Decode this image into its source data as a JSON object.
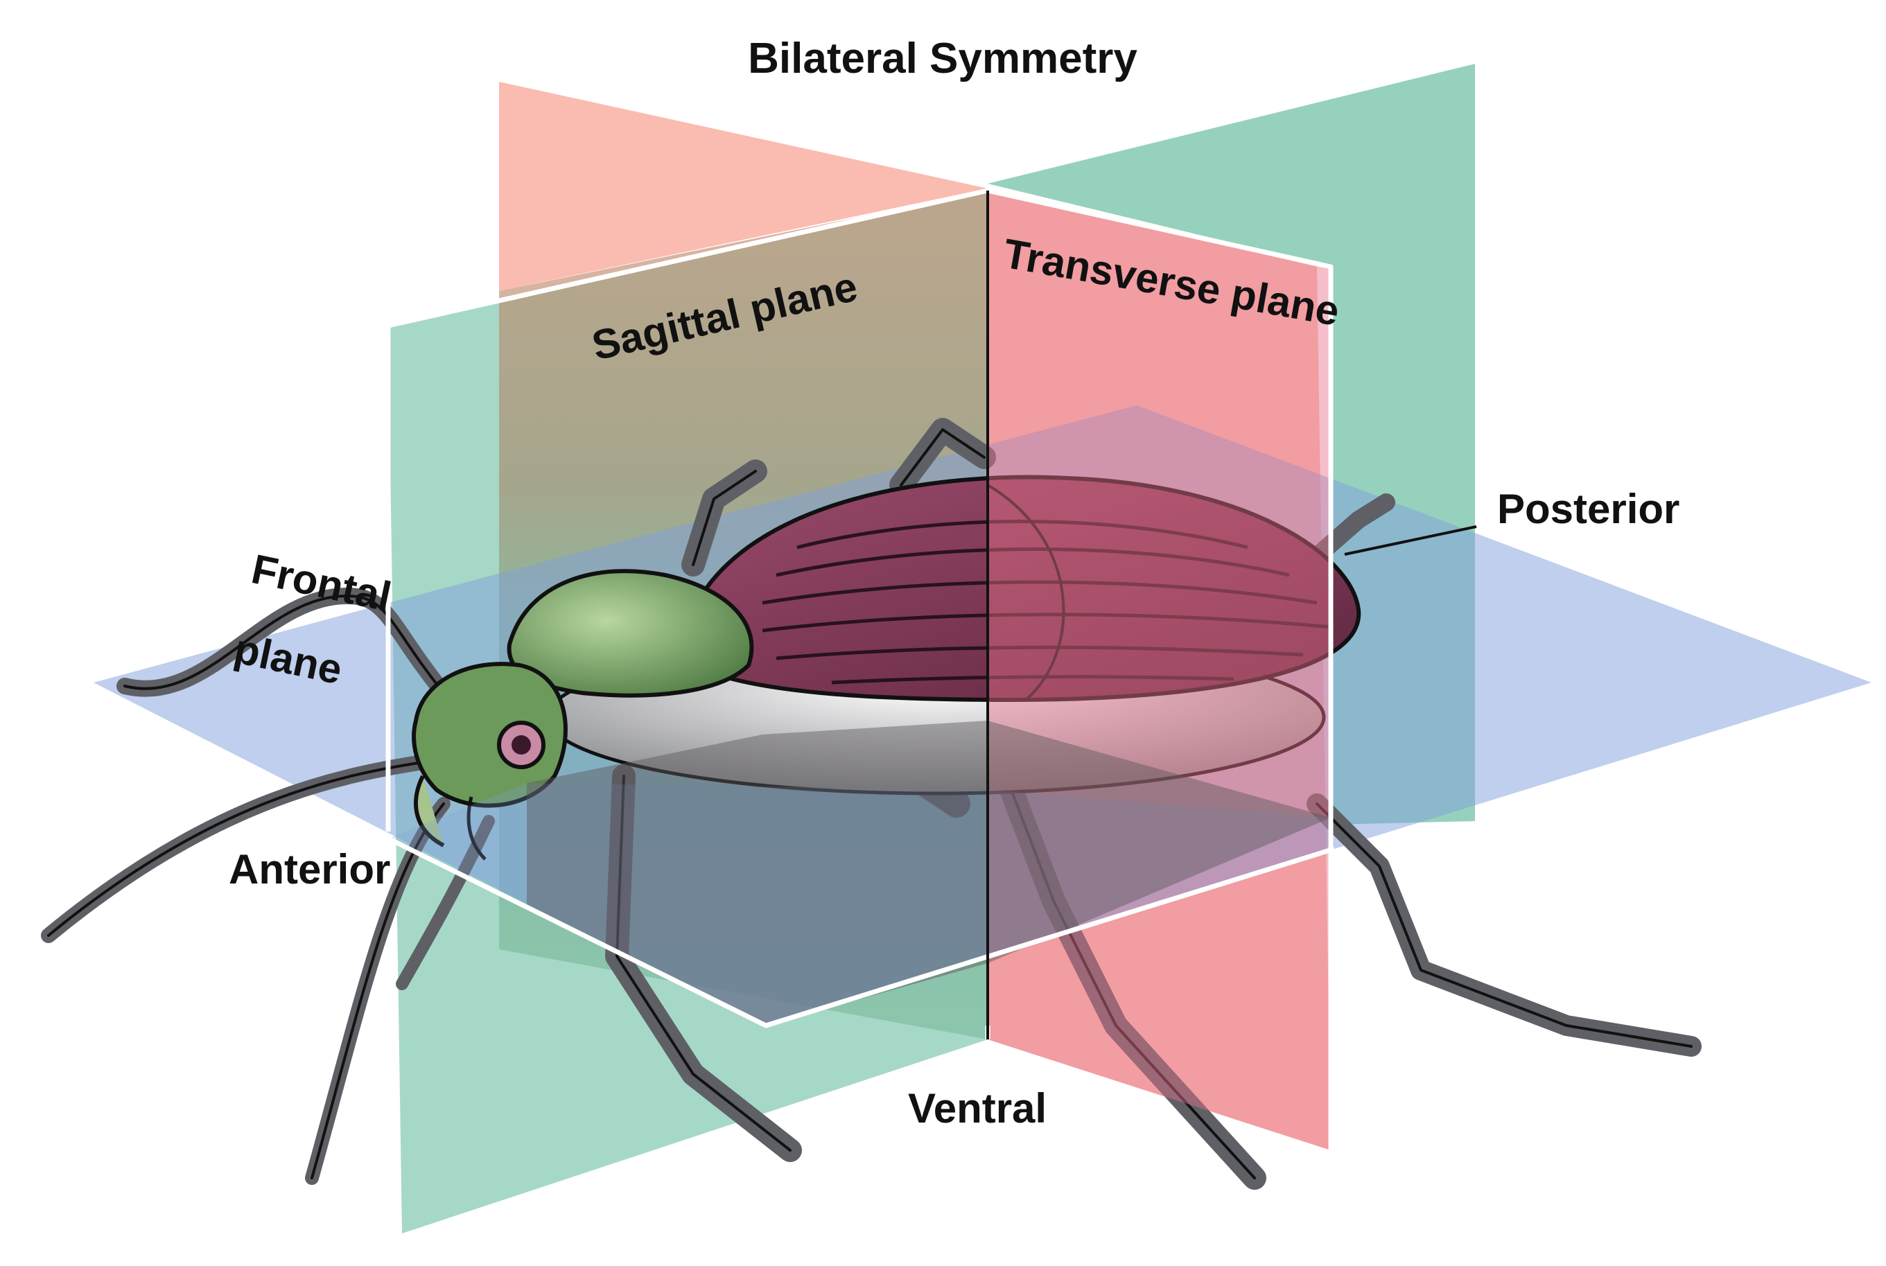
{
  "title": "Bilateral Symmetry",
  "labels": {
    "sagittal": "Sagittal plane",
    "transverse": "Transverse plane",
    "frontal_line1": "Frontal",
    "frontal_line2": "plane",
    "posterior": "Posterior",
    "anterior": "Anterior",
    "ventral": "Ventral"
  },
  "colors": {
    "sagittal_plane": "#5db89a",
    "transverse_plane": "#f6907c",
    "frontal_plane": "#7f9fdc",
    "beetle_head": "#6c9a5a",
    "beetle_elytra": "#7a3550",
    "beetle_legs": "#5f6066",
    "outline": "#111111"
  }
}
